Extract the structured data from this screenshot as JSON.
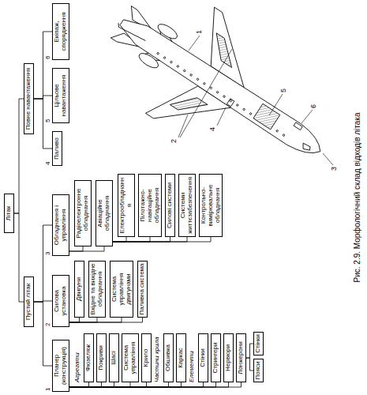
{
  "diagram": {
    "caption": "Рис. 2.9. Морфологічний склад відходів літака",
    "nodes": [
      {
        "text": [
          "Літак"
        ]
      },
      {
        "text": [
          "Пустий літак"
        ]
      },
      {
        "text": [
          "Повне навантаження"
        ]
      },
      {
        "text": [
          "1",
          "Планер (конструкція)"
        ]
      },
      {
        "text": [
          "2",
          "Силова установка"
        ]
      },
      {
        "text": [
          "3",
          "Обладнання і управління"
        ]
      },
      {
        "text": [
          "4",
          "Паливо"
        ]
      },
      {
        "text": [
          "5",
          "Цільове навантаження"
        ]
      },
      {
        "text": [
          "6",
          "Екіпаж, спорядження"
        ]
      },
      {
        "text": [
          "Фюзеляж"
        ]
      },
      {
        "text": [
          "Покриви"
        ]
      },
      {
        "text": [
          "Шасі"
        ]
      },
      {
        "text": [
          "Система управління"
        ]
      },
      {
        "text": [
          "Крило"
        ]
      },
      {
        "text": [
          "Обшивка"
        ]
      },
      {
        "text": [
          "Каркас"
        ]
      },
      {
        "text": [
          "Стінки"
        ]
      },
      {
        "text": [
          "Стрингери"
        ]
      },
      {
        "text": [
          "Нервюри"
        ]
      },
      {
        "text": [
          "Лонжерони"
        ]
      },
      {
        "text": [
          "Пояси"
        ]
      },
      {
        "text": [
          "Стінки"
        ]
      },
      {
        "text": [
          "Двигуни"
        ]
      },
      {
        "text": [
          "Вхідне та вихідне обладнання"
        ]
      },
      {
        "text": [
          "Система управління двигунами"
        ]
      },
      {
        "text": [
          "Паливна система"
        ]
      },
      {
        "text": [
          "Радіоелектронне обладнання"
        ]
      },
      {
        "text": [
          "Авіаційне обладнання"
        ]
      },
      {
        "text": [
          "Електрообладнання"
        ]
      },
      {
        "text": [
          "Пілотажно-навігаційне обладнання"
        ]
      },
      {
        "text": [
          "Силові системи"
        ]
      },
      {
        "text": [
          "Системи життєзабезпечення"
        ]
      },
      {
        "text": [
          "Контрольно-вимірювальне обладнання"
        ]
      }
    ],
    "edges": [
      {
        "from": 0,
        "to": 1,
        "arrow": "none"
      },
      {
        "from": 0,
        "to": 2,
        "arrow": "none"
      },
      {
        "from": 1,
        "to": 3,
        "arrow": "none"
      },
      {
        "from": 1,
        "to": 4,
        "arrow": "none"
      },
      {
        "from": 1,
        "to": 5,
        "arrow": "none"
      },
      {
        "from": 2,
        "to": 6,
        "arrow": "none"
      },
      {
        "from": 2,
        "to": 7,
        "arrow": "none"
      },
      {
        "from": 2,
        "to": 8,
        "arrow": "none"
      },
      {
        "from": 3,
        "to": 9,
        "arrow": "none"
      },
      {
        "from": 3,
        "to": 10,
        "arrow": "none"
      },
      {
        "from": 3,
        "to": 11,
        "arrow": "none"
      },
      {
        "from": 3,
        "to": 12,
        "arrow": "none"
      },
      {
        "from": 3,
        "to": 13,
        "arrow": "none"
      },
      {
        "from": 3,
        "to": 14,
        "arrow": "none"
      },
      {
        "from": 3,
        "to": 15,
        "arrow": "none"
      },
      {
        "from": 3,
        "to": 16,
        "arrow": "none"
      },
      {
        "from": 3,
        "to": 17,
        "arrow": "none"
      },
      {
        "from": 3,
        "to": 18,
        "arrow": "none"
      },
      {
        "from": 3,
        "to": 19,
        "arrow": "none"
      },
      {
        "from": 19,
        "to": 20,
        "arrow": "none"
      },
      {
        "from": 19,
        "to": 21,
        "arrow": "none"
      },
      {
        "from": 4,
        "to": 22,
        "arrow": "none"
      },
      {
        "from": 4,
        "to": 23,
        "arrow": "none"
      },
      {
        "from": 4,
        "to": 24,
        "arrow": "none"
      },
      {
        "from": 4,
        "to": 25,
        "arrow": "none"
      },
      {
        "from": 5,
        "to": 26,
        "arrow": "none"
      },
      {
        "from": 5,
        "to": 27,
        "arrow": "none"
      },
      {
        "from": 27,
        "to": 28,
        "arrow": "none"
      },
      {
        "from": 27,
        "to": 29,
        "arrow": "none"
      },
      {
        "from": 27,
        "to": 30,
        "arrow": "none"
      },
      {
        "from": 27,
        "to": 31,
        "arrow": "none"
      },
      {
        "from": 27,
        "to": 32,
        "arrow": "none"
      }
    ],
    "labels": [
      "Агрегати",
      "Частини крила",
      "Елементи",
      "1",
      "2",
      "3",
      "4",
      "5",
      "6"
    ]
  }
}
